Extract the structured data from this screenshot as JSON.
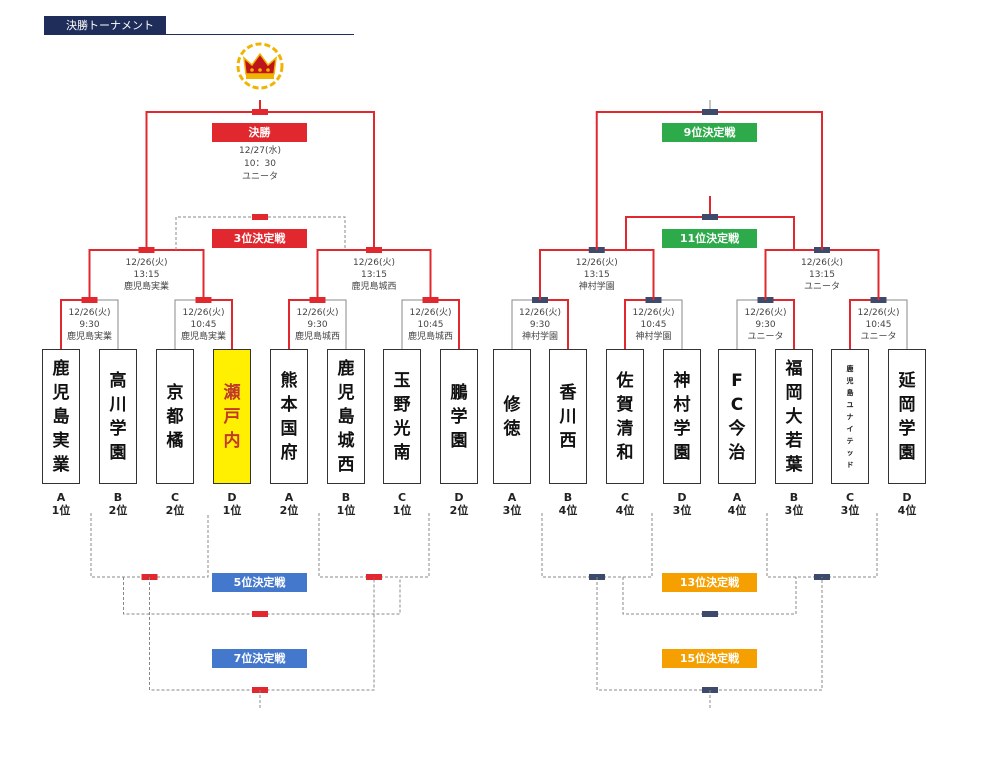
{
  "header": {
    "title": "決勝トーナメント"
  },
  "colors": {
    "red": "#e0282e",
    "gray": "#888888",
    "gold": "#f0b400",
    "highlight": "#ffef00",
    "green": "#2daa4a",
    "blue": "#4478cc",
    "orange": "#f5a000",
    "navy": "#1f2d5a"
  },
  "teams": [
    {
      "name": "鹿児島実業",
      "rank_group": "A",
      "rank_pos": "1位"
    },
    {
      "name": "高川学園",
      "rank_group": "B",
      "rank_pos": "2位"
    },
    {
      "name": "京都橘",
      "rank_group": "C",
      "rank_pos": "2位"
    },
    {
      "name": "瀬戸内",
      "rank_group": "D",
      "rank_pos": "1位",
      "highlight": true
    },
    {
      "name": "熊本国府",
      "rank_group": "A",
      "rank_pos": "2位"
    },
    {
      "name": "鹿児島城西",
      "rank_group": "B",
      "rank_pos": "1位"
    },
    {
      "name": "玉野光南",
      "rank_group": "C",
      "rank_pos": "1位"
    },
    {
      "name": "鵬学園",
      "rank_group": "D",
      "rank_pos": "2位"
    },
    {
      "name": "修徳",
      "rank_group": "A",
      "rank_pos": "3位"
    },
    {
      "name": "香川西",
      "rank_group": "B",
      "rank_pos": "4位"
    },
    {
      "name": "佐賀清和",
      "rank_group": "C",
      "rank_pos": "4位"
    },
    {
      "name": "神村学園",
      "rank_group": "D",
      "rank_pos": "3位"
    },
    {
      "name": "FC今治",
      "rank_group": "A",
      "rank_pos": "4位"
    },
    {
      "name": "福岡大若葉",
      "rank_group": "B",
      "rank_pos": "3位"
    },
    {
      "name": "鹿児島ユナイテッド",
      "rank_group": "C",
      "rank_pos": "3位"
    },
    {
      "name": "延岡学園",
      "rank_group": "D",
      "rank_pos": "4位"
    }
  ],
  "matches_r1": [
    {
      "date": "12/26(火)",
      "time": "9:30",
      "venue": "鹿児島実業"
    },
    {
      "date": "12/26(火)",
      "time": "10:45",
      "venue": "鹿児島実業"
    },
    {
      "date": "12/26(火)",
      "time": "9:30",
      "venue": "鹿児島城西"
    },
    {
      "date": "12/26(火)",
      "time": "10:45",
      "venue": "鹿児島城西"
    },
    {
      "date": "12/26(火)",
      "time": "9:30",
      "venue": "神村学園"
    },
    {
      "date": "12/26(火)",
      "time": "10:45",
      "venue": "神村学園"
    },
    {
      "date": "12/26(火)",
      "time": "9:30",
      "venue": "ユニータ"
    },
    {
      "date": "12/26(火)",
      "time": "10:45",
      "venue": "ユニータ"
    }
  ],
  "matches_r2": [
    {
      "date": "12/26(火)",
      "time": "13:15",
      "venue": "鹿児島実業"
    },
    {
      "date": "12/26(火)",
      "time": "13:15",
      "venue": "鹿児島城西"
    },
    {
      "date": "12/26(火)",
      "time": "13:15",
      "venue": "神村学園"
    },
    {
      "date": "12/26(火)",
      "time": "13:15",
      "venue": "ユニータ"
    }
  ],
  "final": {
    "label": "決勝",
    "date": "12/27(水)",
    "time": "10：30",
    "venue": "ユニータ"
  },
  "placements": {
    "p3": "3位決定戦",
    "p5": "5位決定戦",
    "p7": "7位決定戦",
    "p9": "9位決定戦",
    "p11": "11位決定戦",
    "p13": "13位決定戦",
    "p15": "15位決定戦"
  }
}
